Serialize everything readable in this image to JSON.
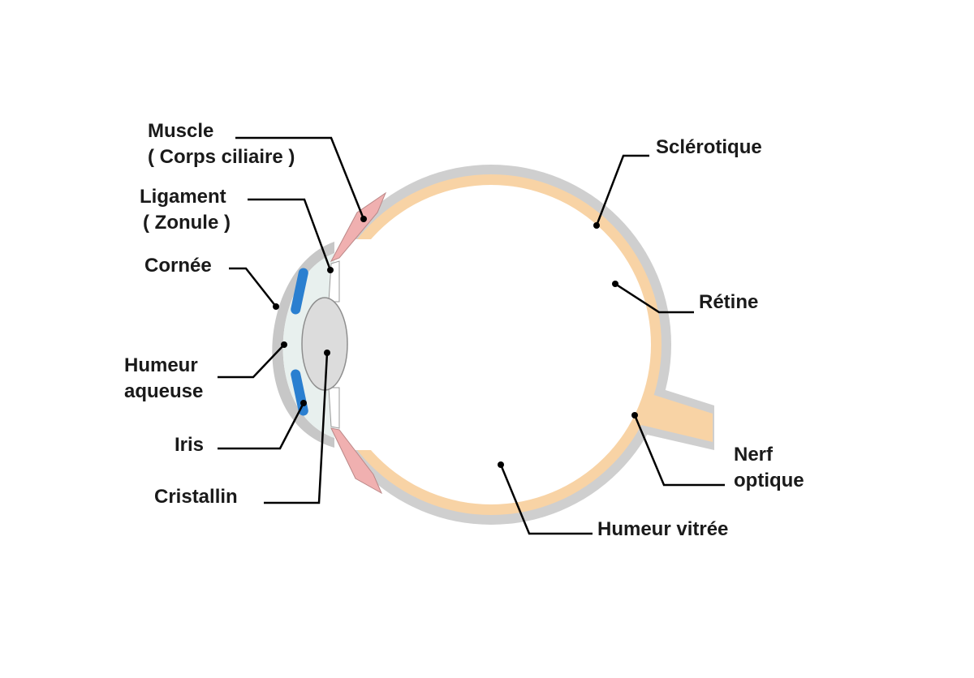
{
  "labels": {
    "muscle": "Muscle",
    "corps_ciliaire": "( Corps ciliaire )",
    "ligament": "Ligament",
    "zonule": "( Zonule )",
    "cornee": "Cornée",
    "humeur_aqueuse_1": "Humeur",
    "humeur_aqueuse_2": "aqueuse",
    "iris": "Iris",
    "cristallin": "Cristallin",
    "sclerotique": "Sclérotique",
    "retine": "Rétine",
    "nerf_optique_1": "Nerf",
    "nerf_optique_2": "optique",
    "humeur_vitree": "Humeur vitrée"
  },
  "colors": {
    "sclera": "#cfcfcf",
    "retina": "#f8d3a5",
    "muscle": "#f0b0b0",
    "iris": "#2a7fd0",
    "aqueous": "#e8f0ee",
    "lens": "#dcdcdc",
    "cornea_edge": "#bdbdbd"
  }
}
